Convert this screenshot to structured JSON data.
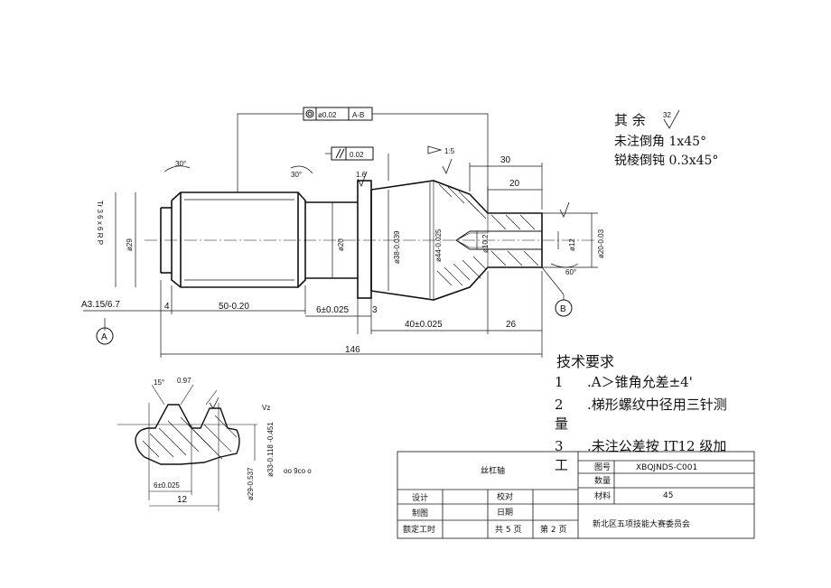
{
  "notes": {
    "title": "其 余",
    "roughness": "32",
    "line1": "未注倒角  1x45°",
    "line2": "锐棱倒钝  0.3x45°"
  },
  "tech": {
    "heading": "技术要求",
    "items": [
      {
        "num": "1",
        "text": ".A＞锥角允差±4'"
      },
      {
        "num": "2",
        "text": ".梯形螺纹中径用三针测"
      },
      {
        "num": "",
        "text": "量"
      },
      {
        "num": "3",
        "text": ".未注公差按 IT12 级加"
      },
      {
        "num": "",
        "text": "工"
      }
    ]
  },
  "title_block": {
    "part_name": "丝杠轴",
    "drawing_no_label": "图号",
    "drawing_no": "XBQJNDS-C001",
    "quantity_label": "数量",
    "quantity": "",
    "material_label": "材料",
    "material": "45",
    "design_label": "设计",
    "check_label": "校对",
    "draw_label": "制图",
    "date_label": "日期",
    "time_label": "额定工时",
    "total_pages": "共 5 页",
    "page_no": "第 2 页",
    "org": "新北区五项技能大赛委员会"
  },
  "tolerance_frames": {
    "runout_value": "ø0.02",
    "runout_datum": "A-B",
    "parallel_value": "0.02"
  },
  "dimensions": {
    "len_146": "146",
    "len_50": "50-0.20",
    "len_4": "4",
    "len_6": "6±0.025",
    "len_3": "3",
    "len_40": "40±0.025",
    "len_26": "26",
    "len_30": "30",
    "len_20": "20",
    "dia_29": "ø29",
    "dia_20": "ø20",
    "dia_38": "ø38-0.039",
    "dia_44": "ø44-0.025",
    "dia_10": "ø10.2",
    "dia_20b": "ø20-0.03",
    "dia_12": "ø12",
    "ang_30a": "30°",
    "ang_30b": "30°",
    "ang_60": "60°",
    "taper": "1:5",
    "center_hole": "A3.15/6.7",
    "datum_a": "A",
    "datum_b": "B",
    "rough_16": "1.6",
    "thread_side": "Tr 3 6 x 6 R P",
    "tooth_30": "15°",
    "tooth_val": "0.97",
    "tooth_6": "6±0.025",
    "tooth_12": "12",
    "tooth_29": "ø29-0.537",
    "tooth_inner": "ø33-0.118 -0.451",
    "tooth_misc": "oo 9co o",
    "tooth_rough": "Vz"
  }
}
